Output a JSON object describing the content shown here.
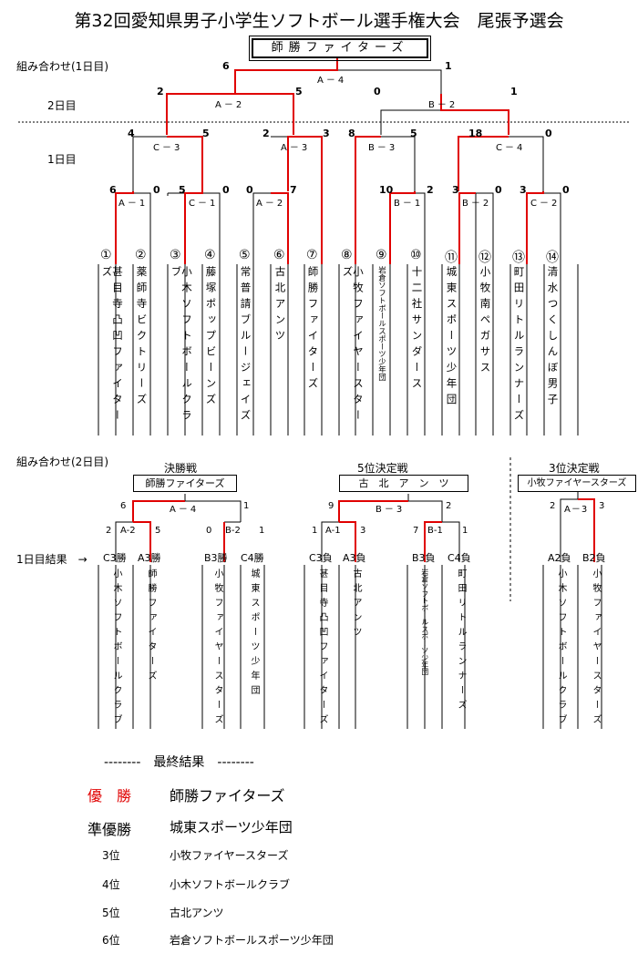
{
  "title": "第32回愛知県男子小学生ソフトボール選手権大会　尾張予選会",
  "day1": {
    "header": "組み合わせ(1日目)",
    "winner_box": "師勝ファイターズ",
    "day2_label": "2日目",
    "day1_label": "1日目",
    "matches": {
      "A4": {
        "label": "A－4",
        "left": "6",
        "right": "1"
      },
      "A2top": {
        "label": "A－2",
        "left": "2",
        "right": "5"
      },
      "B2top": {
        "label": "B－2",
        "left": "0",
        "right": "1"
      },
      "C3": {
        "label": "C－3",
        "left": "4",
        "right": "5"
      },
      "A3": {
        "label": "A－3",
        "left": "2",
        "right": "3"
      },
      "B3": {
        "label": "B－3",
        "left": "8",
        "right": "5"
      },
      "C4": {
        "label": "C－4",
        "left": "18",
        "right": "0"
      },
      "A1": {
        "label": "A－1",
        "left": "6",
        "right": "0"
      },
      "C1": {
        "label": "C－1",
        "left": "5",
        "right": "0"
      },
      "A2": {
        "label": "A－2",
        "left": "0",
        "right": "7"
      },
      "B1": {
        "label": "B－1",
        "left": "10",
        "right": "2"
      },
      "B2": {
        "label": "B－2",
        "left": "3",
        "right": "0"
      },
      "C2": {
        "label": "C－2",
        "left": "3",
        "right": "0"
      }
    },
    "teams": [
      {
        "num": "①",
        "name": "甚目寺凸凹ファイターズ"
      },
      {
        "num": "②",
        "name": "薬師寺ビクトリーズ"
      },
      {
        "num": "③",
        "name": "小木ソフトボールクラブ"
      },
      {
        "num": "④",
        "name": "藤塚ポップビーンズ"
      },
      {
        "num": "⑤",
        "name": "常普請ブルージェイズ"
      },
      {
        "num": "⑥",
        "name": "古北アンツ"
      },
      {
        "num": "⑦",
        "name": "師勝ファイターズ"
      },
      {
        "num": "⑧",
        "name": "小牧ファイヤースターズ"
      },
      {
        "num": "⑨",
        "name": "岩倉ソフトボールスポーツ少年団"
      },
      {
        "num": "⑩",
        "name": "十二社サンダース"
      },
      {
        "num": "⑪",
        "name": "城東スポーツ少年団"
      },
      {
        "num": "⑫",
        "name": "小牧南ペガサス"
      },
      {
        "num": "⑬",
        "name": "町田リトルランナーズ"
      },
      {
        "num": "⑭",
        "name": "清水つくしんぼ男子"
      }
    ]
  },
  "day2": {
    "header": "組み合わせ(2日目)",
    "final": {
      "title": "決勝戦",
      "winner": "師勝ファイターズ"
    },
    "fifth": {
      "title": "5位決定戦",
      "winner": "古　北　ア　ン　ツ"
    },
    "third": {
      "title": "3位決定戦",
      "winner": "小牧ファイヤースターズ"
    },
    "result_label": "1日目結果　→",
    "matches": {
      "A4": {
        "label": "A－4",
        "left": "6",
        "right": "1"
      },
      "A2": {
        "label": "A-2",
        "left": "2",
        "right": "5"
      },
      "B2": {
        "label": "B-2",
        "left": "0",
        "right": "1"
      },
      "B3": {
        "label": "B－3",
        "left": "9",
        "right": "2"
      },
      "A1": {
        "label": "A-1",
        "left": "1",
        "right": "3"
      },
      "B1": {
        "label": "B-1",
        "left": "7",
        "right": "1"
      },
      "A3": {
        "label": "A－3",
        "left": "2",
        "right": "3"
      }
    },
    "slots": [
      {
        "seed": "C3勝",
        "name": "小木ソフトボールクラブ"
      },
      {
        "seed": "A3勝",
        "name": "師勝ファイターズ"
      },
      {
        "seed": "B3勝",
        "name": "小牧ファイヤースターズ"
      },
      {
        "seed": "C4勝",
        "name": "城東スポーツ少年団"
      },
      {
        "seed": "C3負",
        "name": "甚目寺凸凹ファイターズ"
      },
      {
        "seed": "A3負",
        "name": "古北アンツ"
      },
      {
        "seed": "B3負",
        "name": "岩倉ソフトボールスポーツ少年団"
      },
      {
        "seed": "C4負",
        "name": "町田リトルランナーズ"
      },
      {
        "seed": "A2負",
        "name": "小木ソフトボールクラブ"
      },
      {
        "seed": "B2負",
        "name": "小牧ファイヤースターズ"
      }
    ]
  },
  "final_results": {
    "header": "--------　最終結果　--------",
    "rows": [
      {
        "place": "優　勝",
        "team": "師勝ファイターズ",
        "color": "#e00000"
      },
      {
        "place": "準優勝",
        "team": "城東スポーツ少年団"
      },
      {
        "place": "3位",
        "team": "小牧ファイヤースターズ"
      },
      {
        "place": "4位",
        "team": "小木ソフトボールクラブ"
      },
      {
        "place": "5位",
        "team": "古北アンツ"
      },
      {
        "place": "6位",
        "team": "岩倉ソフトボールスポーツ少年団"
      }
    ]
  },
  "colors": {
    "winner_line": "#e00000",
    "line": "#000000"
  }
}
